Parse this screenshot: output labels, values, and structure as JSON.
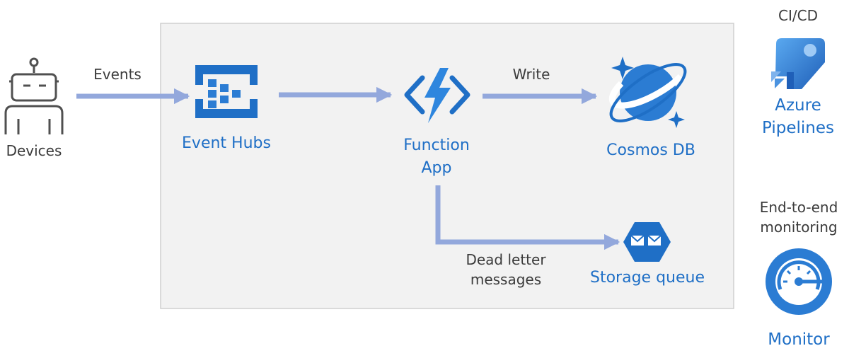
{
  "colors": {
    "arrow": "#93a8dc",
    "boundary_fill": "#f2f2f2",
    "boundary_stroke": "#cfcfcf",
    "azure_blue": "#1f6fc6",
    "icon_dark": "#505050",
    "text_dark": "#3b3b3b"
  },
  "nodes": {
    "devices": {
      "label": "Devices",
      "icon": "robot-icon"
    },
    "event_hubs": {
      "label": "Event Hubs",
      "icon": "event-hubs-icon"
    },
    "function_app": {
      "label_line1": "Function",
      "label_line2": "App",
      "icon": "function-app-icon"
    },
    "cosmos_db": {
      "label": "Cosmos DB",
      "icon": "cosmos-db-icon"
    },
    "storage_queue": {
      "label": "Storage queue",
      "icon": "storage-queue-icon"
    }
  },
  "edges": {
    "events": {
      "label": "Events"
    },
    "write": {
      "label": "Write"
    },
    "dead_letter": {
      "label_line1": "Dead letter",
      "label_line2": "messages"
    }
  },
  "side": {
    "cicd": {
      "heading": "CI/CD",
      "label_line1": "Azure",
      "label_line2": "Pipelines",
      "icon": "azure-pipelines-icon"
    },
    "monitoring": {
      "heading_line1": "End-to-end",
      "heading_line2": "monitoring",
      "label": "Monitor",
      "icon": "monitor-gauge-icon"
    }
  }
}
